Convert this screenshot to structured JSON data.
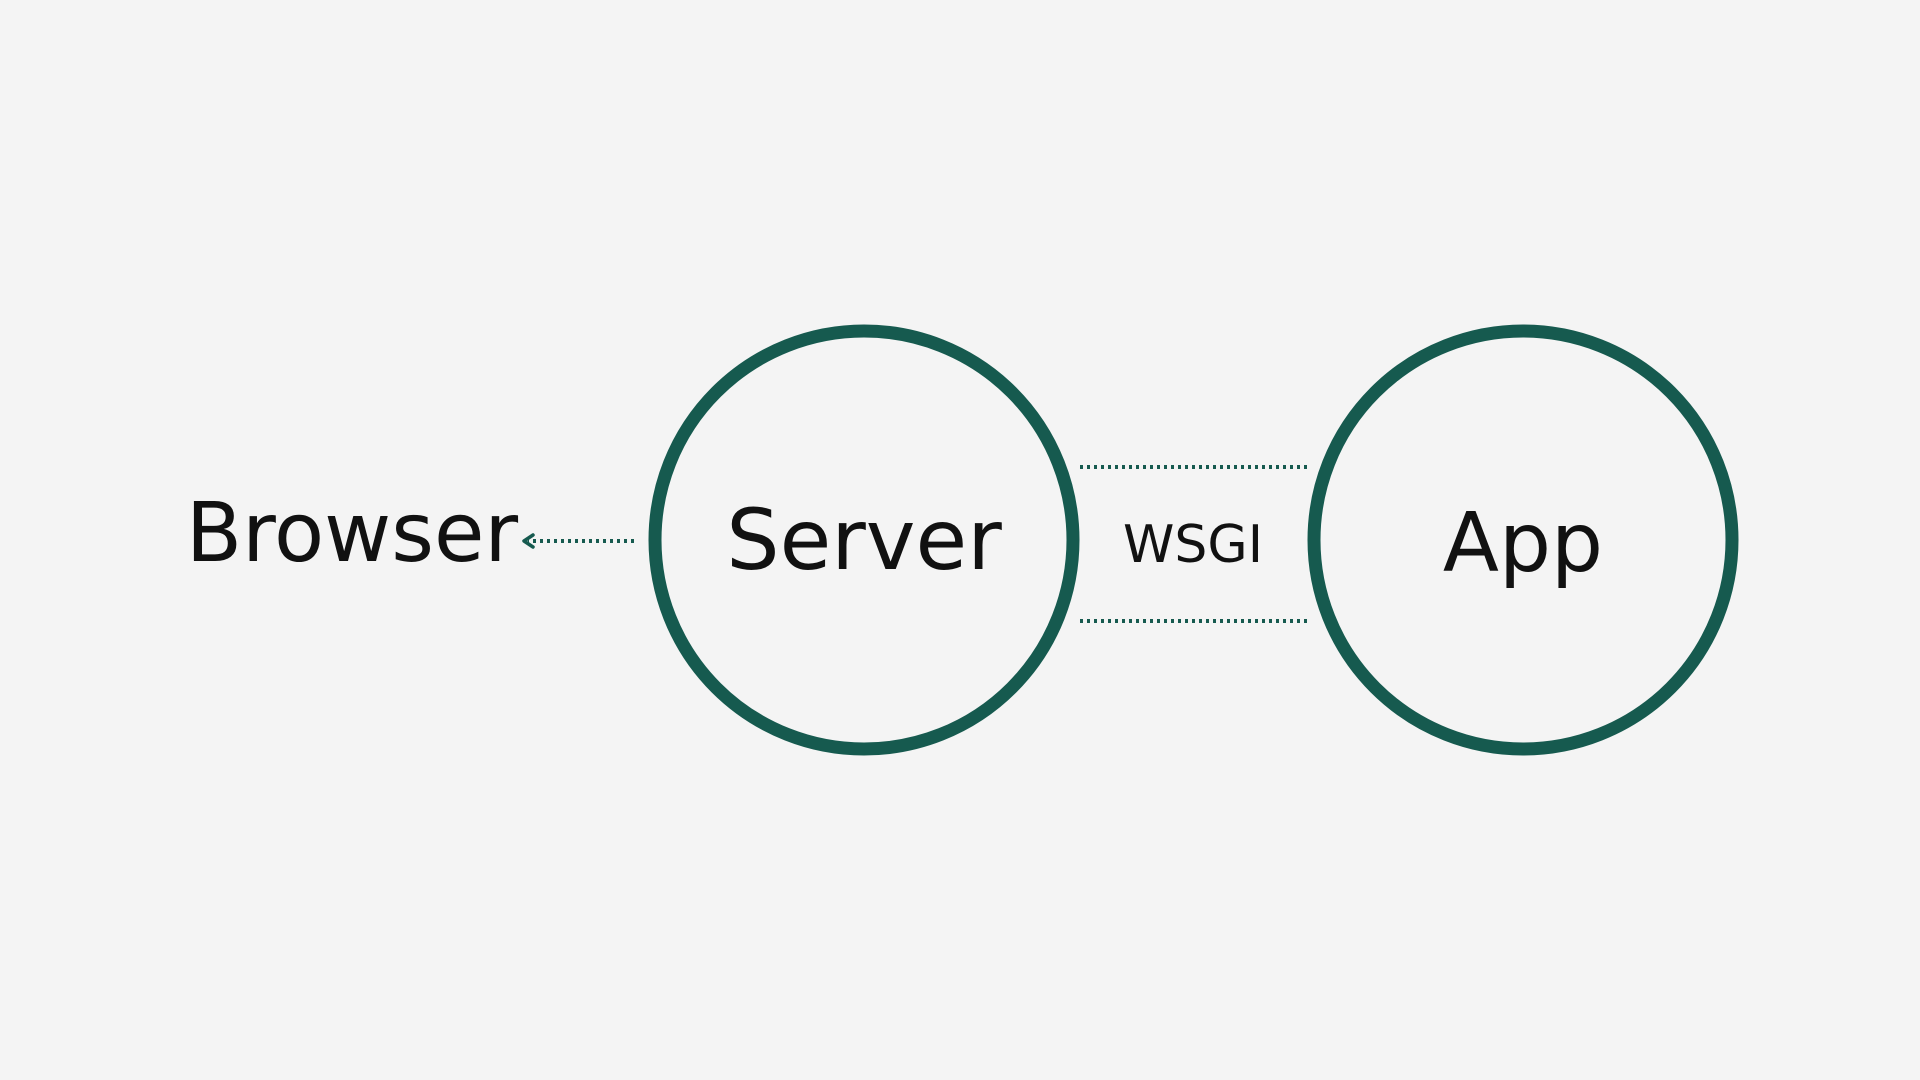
{
  "nodes": {
    "browser": {
      "label": "Browser"
    },
    "server": {
      "label": "Server"
    },
    "app": {
      "label": "App"
    }
  },
  "edges": {
    "server_to_app": {
      "label": "WSGI"
    }
  },
  "colors": {
    "background": "#f4f4f4",
    "circle_stroke": "#165a4f",
    "connector": "#165a4f",
    "text": "#111111"
  }
}
